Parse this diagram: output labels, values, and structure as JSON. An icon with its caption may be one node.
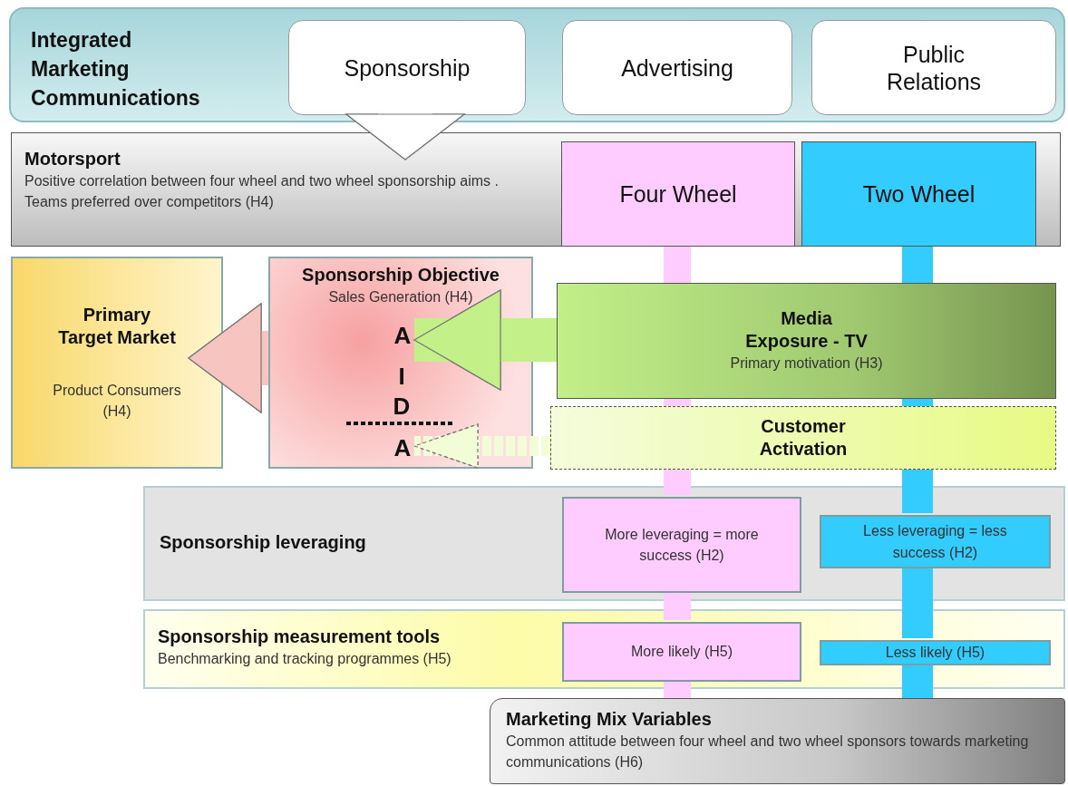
{
  "diagram": {
    "nodes": [
      {
        "text": [
          "Integrated Marketing Communications"
        ]
      },
      {
        "text": [
          "Sponsorship"
        ],
        "in": 0
      },
      {
        "text": [
          "Advertising"
        ],
        "in": 0
      },
      {
        "text": [
          "Public Relations"
        ],
        "in": 0
      },
      {
        "text": [
          "Motorsport",
          "Positive correlation between four wheel and two wheel sponsorship aims . Teams preferred over competitors (H4)"
        ]
      },
      {
        "text": [
          "Four Wheel"
        ],
        "in": 4
      },
      {
        "text": [
          "Two Wheel"
        ],
        "in": 4
      },
      {
        "text": [
          "Primary Target Market",
          "Product Consumers (H4)"
        ]
      },
      {
        "text": [
          "Sponsorship Objective",
          "Sales Generation (H4)"
        ]
      },
      {
        "text": [
          "A"
        ],
        "in": 8
      },
      {
        "text": [
          "A"
        ],
        "in": 8
      },
      {
        "text": [
          "Media Exposure - TV",
          "Primary motivation (H3)"
        ]
      },
      {
        "text": [
          "Customer Activation"
        ]
      },
      {
        "text": [
          "Sponsorship leveraging"
        ]
      },
      {
        "text": [
          "More leveraging = more success (H2)"
        ],
        "in": 13
      },
      {
        "text": [
          "Less leveraging = less success (H2)"
        ],
        "in": 13
      },
      {
        "text": [
          "Sponsorship measurement tools",
          "Benchmarking and tracking programmes (H5)"
        ]
      },
      {
        "text": [
          "More likely (H5)"
        ],
        "in": 16
      },
      {
        "text": [
          "Less likely (H5)"
        ],
        "in": 16
      },
      {
        "text": [
          "Marketing Mix Variables",
          "Common attitude between four wheel and two wheel sponsors towards marketing communications (H6)"
        ]
      }
    ],
    "edges": [
      {
        "from": 1,
        "to": 4,
        "arrow": "to",
        "color": "#ffffff"
      },
      {
        "from": 11,
        "to": 9,
        "arrow": "to",
        "color": "#c4f08a"
      },
      {
        "from": 12,
        "to": 10,
        "arrow": "to",
        "style": "dashed",
        "color": "#f2fcd6"
      },
      {
        "from": 8,
        "to": 7,
        "arrow": "to",
        "color": "#f8c4c0"
      },
      {
        "from": 5,
        "to": 11,
        "arrow": "none",
        "color": "#ffccff"
      },
      {
        "from": 11,
        "to": 12,
        "arrow": "none",
        "color": "#ffccff"
      },
      {
        "from": 12,
        "to": 14,
        "arrow": "none",
        "color": "#ffccff"
      },
      {
        "from": 14,
        "to": 17,
        "arrow": "none",
        "color": "#ffccff"
      },
      {
        "from": 17,
        "to": 19,
        "arrow": "none",
        "color": "#ffccff"
      },
      {
        "from": 6,
        "to": 11,
        "arrow": "none",
        "color": "#33ccff"
      },
      {
        "from": 11,
        "to": 12,
        "arrow": "none",
        "color": "#33ccff"
      },
      {
        "from": 12,
        "to": 15,
        "arrow": "none",
        "color": "#33ccff"
      },
      {
        "from": 15,
        "to": 18,
        "arrow": "none",
        "color": "#33ccff"
      },
      {
        "from": 18,
        "to": 19,
        "arrow": "none",
        "color": "#33ccff"
      }
    ],
    "labels": [
      "I",
      "D"
    ]
  }
}
